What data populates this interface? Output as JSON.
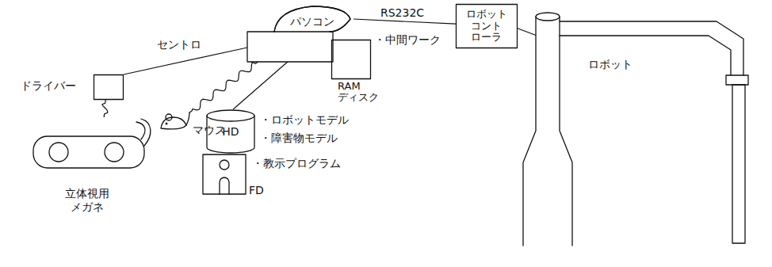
{
  "diagram": {
    "nodes": [
      {
        "text": [
          "パソコン"
        ]
      },
      {
        "text": [
          "RAM ディスク"
        ]
      },
      {
        "text": [
          "ロボット コント ローラ"
        ]
      },
      {
        "text": [
          "ロボット"
        ]
      },
      {
        "text": [
          "ドライバー"
        ]
      },
      {
        "text": [
          "マウス"
        ]
      },
      {
        "text": [
          "HD"
        ]
      },
      {
        "text": [
          "FD"
        ]
      },
      {
        "text": [
          "立体視用 メガネ"
        ]
      }
    ],
    "edges": [
      {
        "from": 4,
        "to": 0,
        "label": "セントロ",
        "arrow": "none"
      },
      {
        "from": 0,
        "to": 2,
        "label": "RS232C",
        "arrow": "none"
      },
      {
        "from": 2,
        "to": 3,
        "arrow": "none"
      },
      {
        "from": 0,
        "to": 6,
        "arrow": "none"
      },
      {
        "from": 0,
        "to": 5,
        "arrow": "none"
      },
      {
        "from": 4,
        "to": 8,
        "arrow": "none"
      }
    ],
    "labels": [
      "・中間ワーク",
      "・ロボットモデル",
      "・障害物モデル",
      "・教示プログラム"
    ]
  }
}
